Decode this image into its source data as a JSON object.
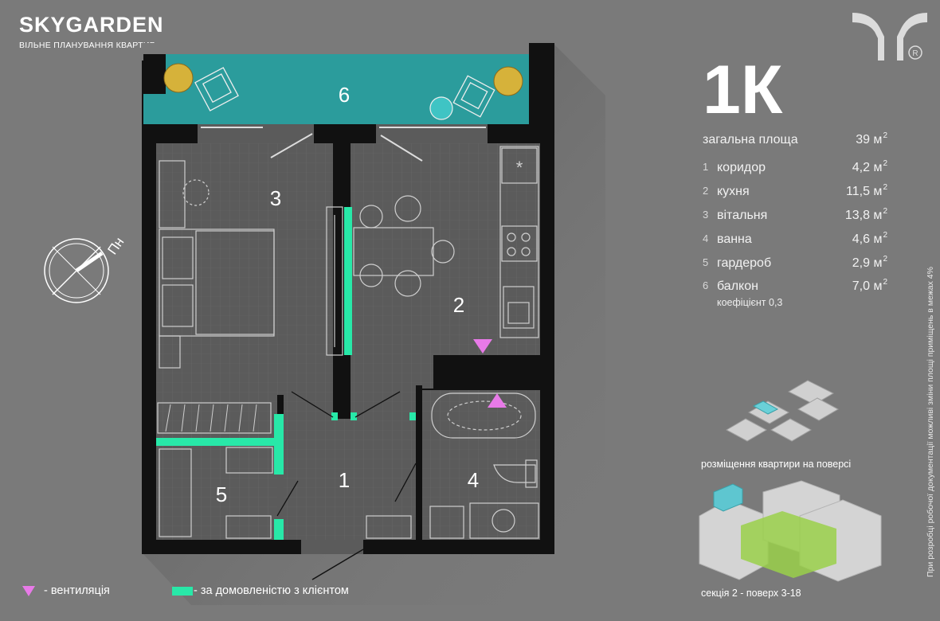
{
  "brand": {
    "name": "SKYGARDEN",
    "subtitle": "ВІЛЬНЕ ПЛАНУВАННЯ КВАРТИР"
  },
  "unit": {
    "type": "1К",
    "total_label": "загальна площа",
    "total_value": "39 м",
    "rooms": [
      {
        "num": "1",
        "label": "коридор",
        "value": "4,2 м"
      },
      {
        "num": "2",
        "label": "кухня",
        "value": "11,5 м"
      },
      {
        "num": "3",
        "label": "вітальня",
        "value": "13,8 м"
      },
      {
        "num": "4",
        "label": "ванна",
        "value": "4,6 м"
      },
      {
        "num": "5",
        "label": "гардероб",
        "value": "2,9 м"
      },
      {
        "num": "6",
        "label": "балкон",
        "value": "7,0 м"
      }
    ],
    "coef": "коефіцієнт 0,3",
    "sup": "2"
  },
  "plan": {
    "labels": [
      "1",
      "2",
      "3",
      "4",
      "5",
      "6"
    ],
    "compass_label": "Пн"
  },
  "captions": {
    "floor_placement": "розміщення квартири на поверсі",
    "section": "секція 2 - поверх 3-18"
  },
  "side_note": "При розробці робочої документації можливі зміни площі приміщень в межах 4%",
  "legend": {
    "ventilation": "- вентиляція",
    "client": "- за домовленістю з клієнтом"
  },
  "colors": {
    "background": "#7a7a7a",
    "wall": "#111111",
    "balcony": "#2a9a9a",
    "accent": "#28e8a8",
    "vent": "#e87ae8"
  }
}
